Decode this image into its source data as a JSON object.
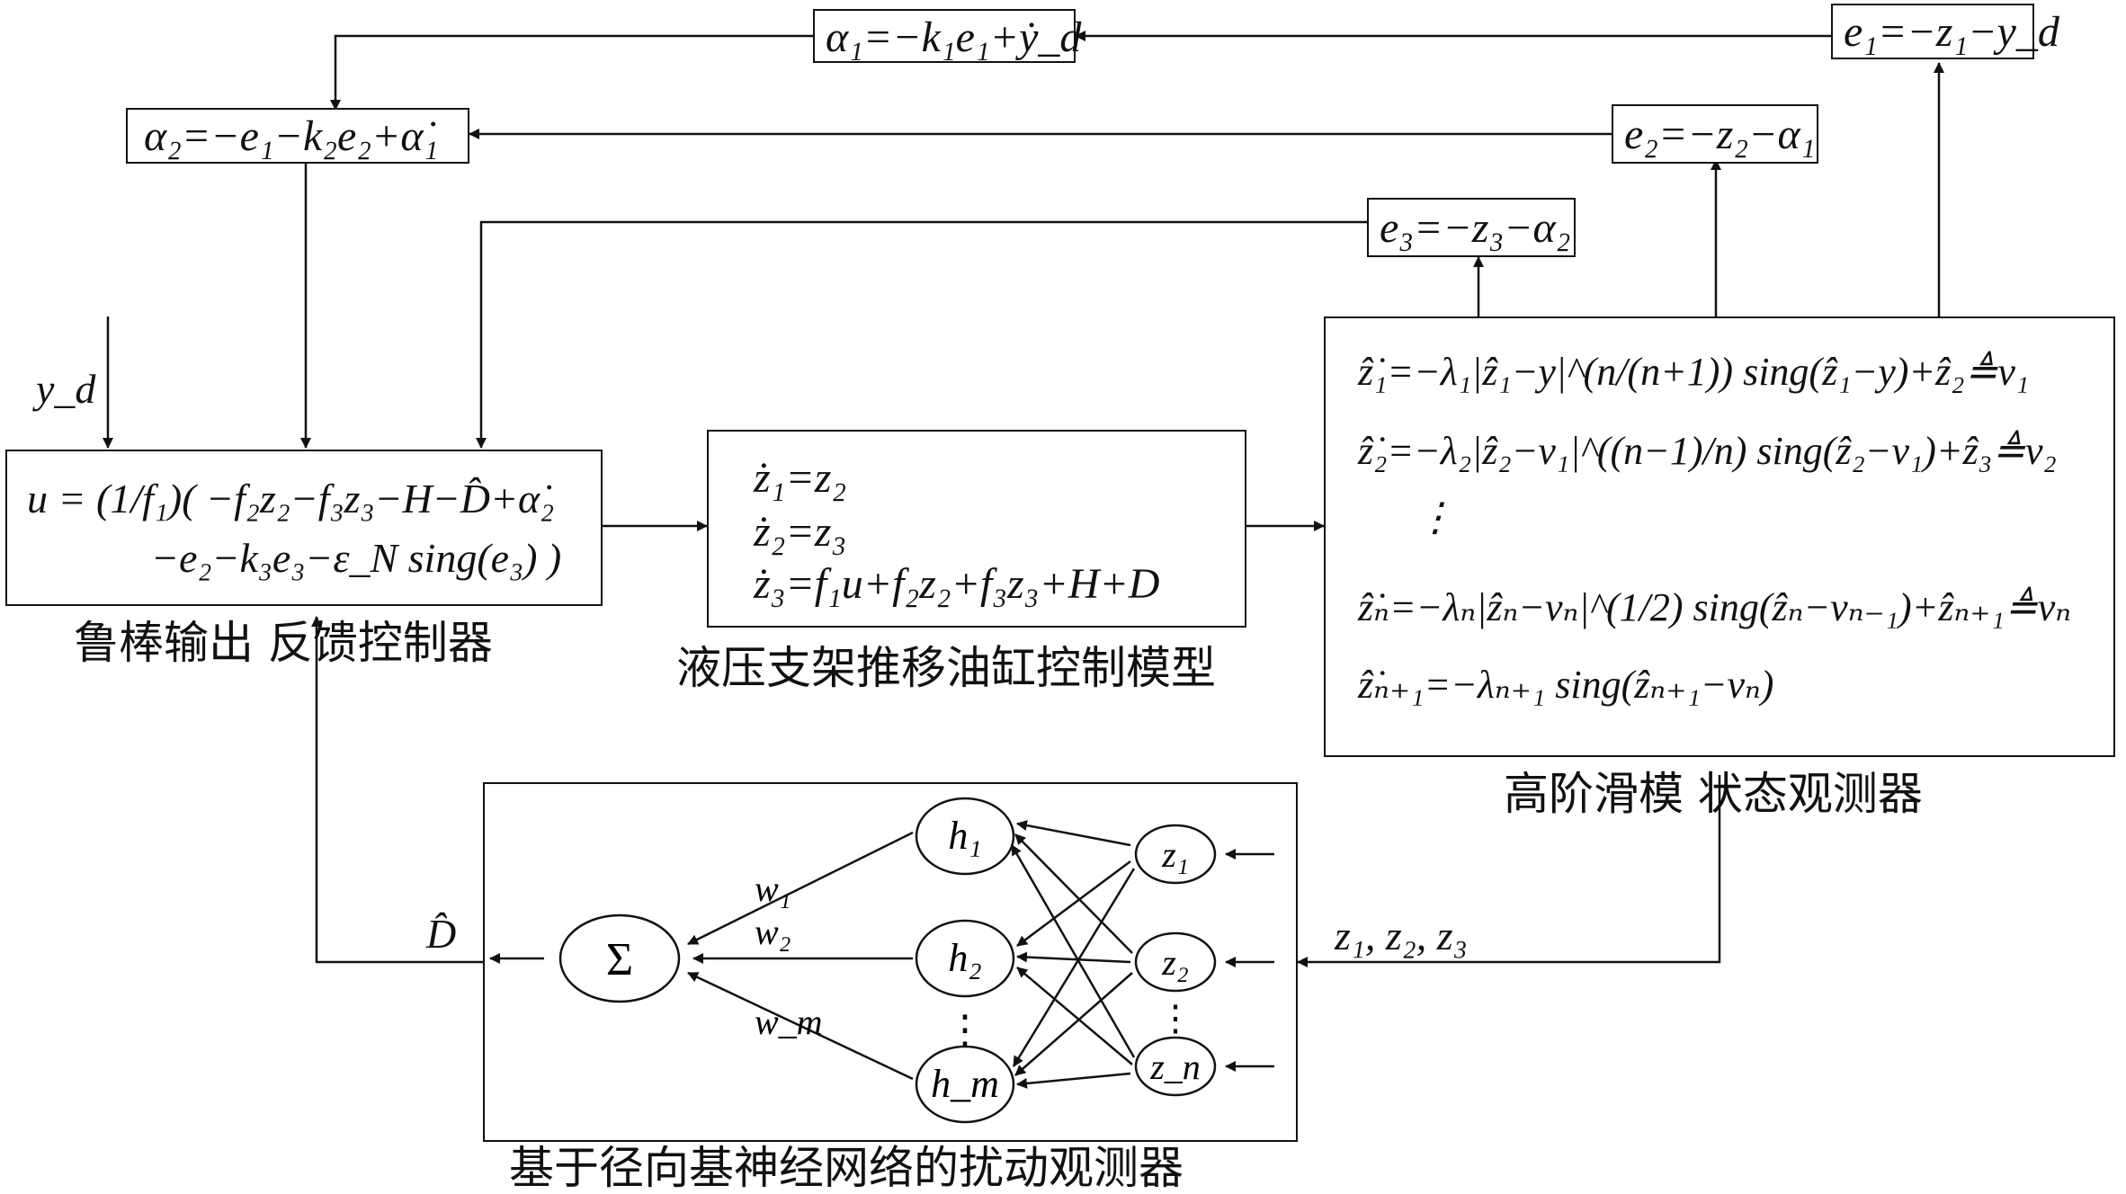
{
  "captions": {
    "controller": "鲁棒输出 反馈控制器",
    "model": "液压支架推移油缸控制模型",
    "observer": "高阶滑模 状态观测器",
    "rbf": "基于径向基神经网络的扰动观测器"
  },
  "equations": {
    "alpha1": "α₁=−k₁e₁+ẏ_d",
    "e1": "e₁=−z₁−y_d",
    "alpha2": "α₂=−e₁−k₂e₂+α̇₁",
    "e2": "e₂=−z₂−α₁",
    "e3": "e₃=−z₃−α₂",
    "control_law_row1": "u = (1/f₁)( −f₂z₂−f₃z₃−H−D̂+α̇₂",
    "control_law_row2": "−e₂−k₃e₃−ε_N sing(e₃) )",
    "model_row1": "ż₁=z₂",
    "model_row2": "ż₂=z₃",
    "model_row3": "ż₃=f₁u+f₂z₂+f₃z₃+H+D",
    "observer_row1": "ẑ̇₁=−λ₁|ẑ₁−y|^(n/(n+1)) sing(ẑ₁−y)+ẑ₂≜v₁",
    "observer_row2": "ẑ̇₂=−λ₂|ẑ₂−v₁|^((n−1)/n) sing(ẑ₂−v₁)+ẑ₃≜v₂",
    "observer_row3": "⋮",
    "observer_row4": "ẑ̇ₙ=−λₙ|ẑₙ−vₙ|^(1/2) sing(ẑₙ−vₙ₋₁)+ẑₙ₊₁≜vₙ",
    "observer_row5": "ẑ̇ₙ₊₁=−λₙ₊₁ sing(ẑₙ₊₁−vₙ)"
  },
  "signals": {
    "yd": "y_d",
    "dhat": "D̂",
    "states": "z₁, z₂, z₃"
  },
  "network": {
    "sum": "Σ",
    "hidden": [
      "h₁",
      "h₂",
      "h_m"
    ],
    "inputs": [
      "z₁",
      "z₂",
      "z_n"
    ],
    "weights": [
      "w₁",
      "w₂",
      "w_m"
    ],
    "ellipsis": "⋮"
  }
}
